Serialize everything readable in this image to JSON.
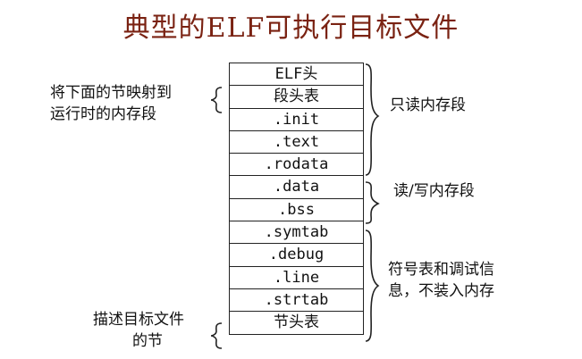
{
  "title": "典型的ELF可执行目标文件",
  "sections": [
    "ELF头",
    "段头表",
    ".init",
    ".text",
    ".rodata",
    ".data",
    ".bss",
    ".symtab",
    ".debug",
    ".line",
    ".strtab",
    "节头表"
  ],
  "left_notes": {
    "segment_header": [
      "将下面的节映射到",
      "运行时的内存段"
    ],
    "section_header": [
      "描述目标文件",
      "的节"
    ]
  },
  "right_groups": {
    "readonly": "只读内存段",
    "readwrite": "读/写内存段",
    "not_loaded": [
      "符号表和调试信",
      "息，不装入内存"
    ]
  }
}
